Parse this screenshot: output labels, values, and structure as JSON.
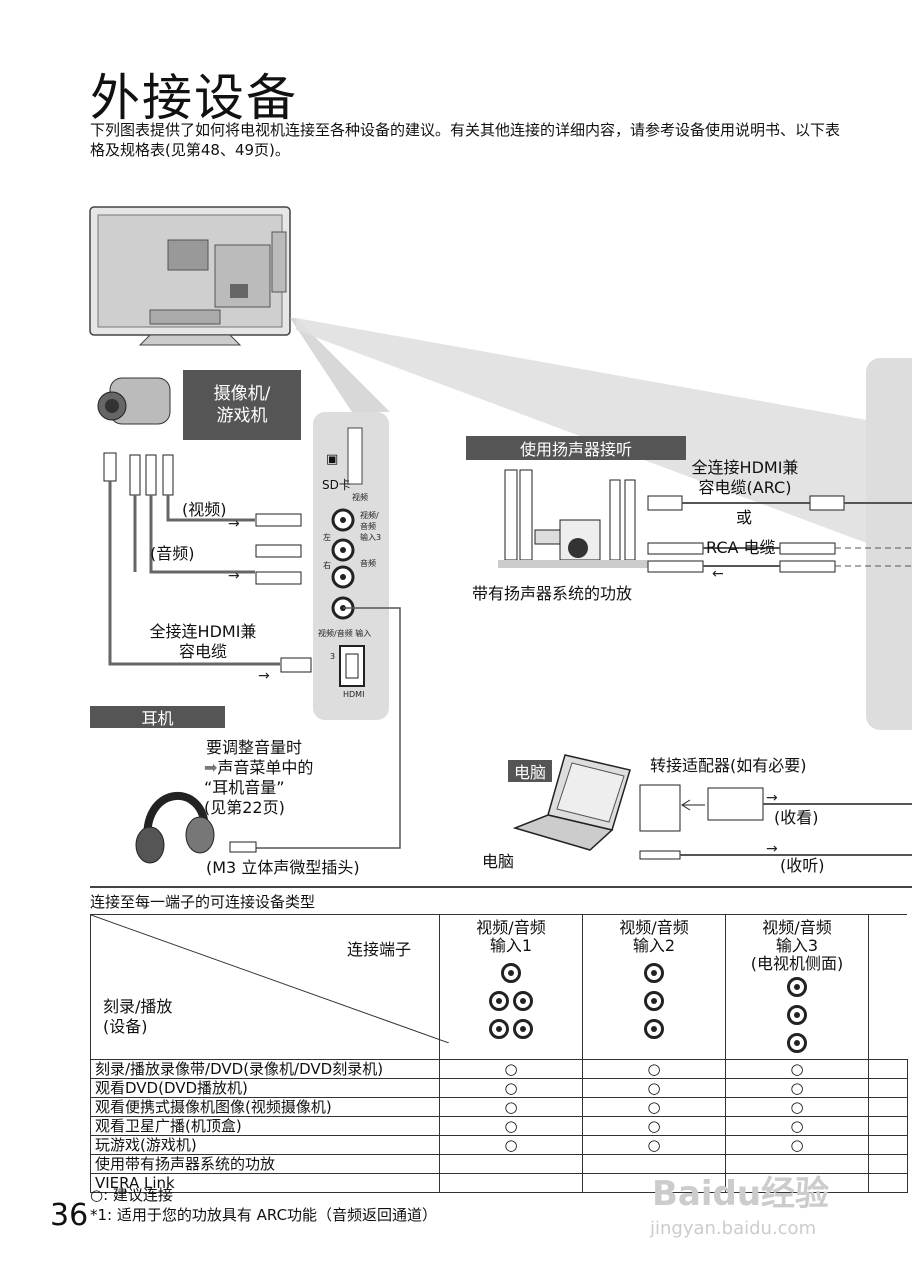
{
  "page": {
    "title": "外接设备",
    "intro": "下列图表提供了如何将电视机连接至各种设备的建议。有关其他连接的详细内容，请参考设备使用说明书、以下表格及规格表(见第48、49页)。",
    "page_number": "36"
  },
  "diagram": {
    "camcorder_box": "摄像机/\n游戏机",
    "label_video": "(视频)",
    "label_audio": "(音频)",
    "hdmi_cable_left": "全接连HDMI兼\n容电缆",
    "earphone_box": "耳机",
    "volume_note_title": "要调整音量时",
    "volume_note_body": "声音菜单中的\n“耳机音量”\n(见第22页)",
    "m3_plug": "(M3 立体声微型插头)",
    "panel": {
      "sd_icon": "▣",
      "sd_label": "SD卡",
      "video": "视频",
      "av_in3": "视频/\n音频\n输入3",
      "left": "左",
      "right": "右",
      "audio": "音频",
      "av_in_label": "视频/音频 输入",
      "three": "3",
      "hdmi": "HDMI"
    },
    "speaker_box": "使用扬声器接听",
    "arc_cable": "全连接HDMI兼\n容电缆(ARC)",
    "or": "或",
    "rca_cable": "RCA 电缆",
    "amp_caption": "带有扬声器系统的功放",
    "pc_box": "电脑",
    "adapter": "转接适配器(如有必要)",
    "watch": "(收看)",
    "listen": "(收听)",
    "pc_caption": "电脑"
  },
  "table": {
    "section_title": "连接至每一端子的可连接设备类型",
    "corner_top": "连接端子",
    "corner_bottom": "刻录/播放\n(设备)",
    "columns": [
      {
        "title": "视频/音频\n输入1"
      },
      {
        "title": "视频/音频\n输入2"
      },
      {
        "title": "视频/音频\n输入3\n(电视机侧面)"
      }
    ],
    "rows": [
      {
        "label": "刻录/播放录像带/DVD(录像机/DVD刻录机)",
        "marks": [
          "○",
          "○",
          "○"
        ]
      },
      {
        "label": "观看DVD(DVD播放机)",
        "marks": [
          "○",
          "○",
          "○"
        ]
      },
      {
        "label": "观看便携式摄像机图像(视频摄像机)",
        "marks": [
          "○",
          "○",
          "○"
        ]
      },
      {
        "label": "观看卫星广播(机顶盒)",
        "marks": [
          "○",
          "○",
          "○"
        ]
      },
      {
        "label": "玩游戏(游戏机)",
        "marks": [
          "○",
          "○",
          "○"
        ]
      },
      {
        "label": "使用带有扬声器系统的功放",
        "marks": [
          "",
          "",
          ""
        ]
      },
      {
        "label": "VIERA Link",
        "marks": [
          "",
          "",
          ""
        ]
      }
    ],
    "legend": "○: 建议连接",
    "footnote": "*1: 适用于您的功放具有 ARC功能（音频返回通道）"
  },
  "watermark": {
    "brand": "Baidu经验",
    "url": "jingyan.baidu.com"
  }
}
